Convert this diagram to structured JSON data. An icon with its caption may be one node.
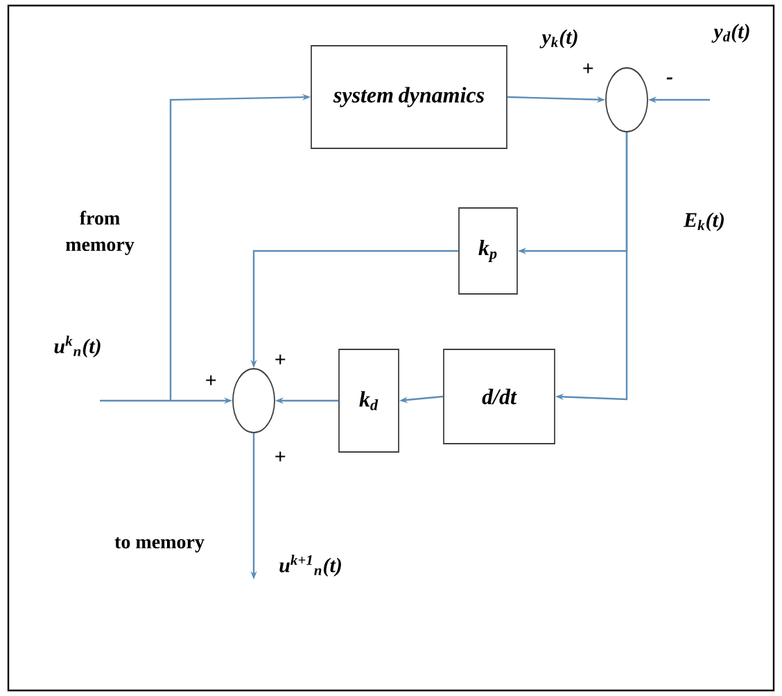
{
  "diagram": {
    "nodes": [
      {
        "text": [
          "system dynamics"
        ]
      },
      {
        "text": [],
        "shape": "circle"
      },
      {
        "text": [
          "k$_{p}$"
        ]
      },
      {
        "text": [
          "d/dt"
        ]
      },
      {
        "text": [
          "k$_{d}$"
        ]
      },
      {
        "text": [],
        "shape": "circle"
      }
    ],
    "edges": [
      {
        "from": null,
        "to": 5,
        "arrow": "to"
      },
      {
        "from": null,
        "to": 0,
        "arrow": "to"
      },
      {
        "from": 0,
        "to": 1,
        "arrow": "to"
      },
      {
        "from": null,
        "to": 1,
        "arrow": "to"
      },
      {
        "from": 1,
        "to": 2,
        "arrow": "to"
      },
      {
        "from": 1,
        "to": 3,
        "arrow": "to"
      },
      {
        "from": 2,
        "to": 5,
        "arrow": "to"
      },
      {
        "from": 3,
        "to": 4,
        "arrow": "to"
      },
      {
        "from": 4,
        "to": 5,
        "arrow": "to"
      },
      {
        "from": 5,
        "to": null,
        "arrow": "to"
      }
    ],
    "labels": [
      "y$_{k}$(t)",
      "+",
      "-",
      "y$_{d}$(t)",
      "E$_{k}$(t)",
      "from memory",
      "u$^{k}$$_{n}$(t)",
      "+",
      "+",
      "+",
      "to memory",
      "u$^{k+1}$$_{n}$(t)"
    ]
  }
}
